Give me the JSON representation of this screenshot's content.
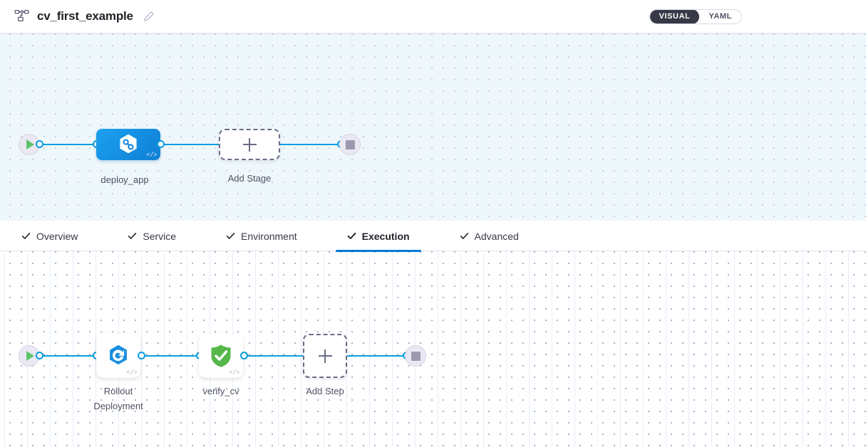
{
  "header": {
    "pipeline_icon": "pipeline-tree-icon",
    "title": "cv_first_example",
    "edit_icon": "pencil-edit-icon",
    "mode_toggle": {
      "options": [
        {
          "label": "VISUAL",
          "active": true
        },
        {
          "label": "YAML",
          "active": false
        }
      ]
    }
  },
  "tabs": [
    {
      "label": "Overview",
      "checked": true,
      "active": false
    },
    {
      "label": "Service",
      "checked": true,
      "active": false
    },
    {
      "label": "Environment",
      "checked": true,
      "active": false
    },
    {
      "label": "Execution",
      "checked": true,
      "active": true
    },
    {
      "label": "Advanced",
      "checked": true,
      "active": false
    }
  ],
  "stage_canvas": {
    "start_node": {
      "name": "pipeline-start-node",
      "icon": "play-icon"
    },
    "end_node": {
      "name": "pipeline-end-node",
      "icon": "stop-icon"
    },
    "stages": [
      {
        "label": "deploy_app",
        "icon": "harness-deploy-icon",
        "code_badge": "</>",
        "selected": true
      }
    ],
    "add_stage": {
      "label": "Add Stage",
      "icon": "plus-icon"
    }
  },
  "execution_canvas": {
    "start_node": {
      "name": "execution-start-node",
      "icon": "play-icon"
    },
    "end_node": {
      "name": "execution-end-node",
      "icon": "stop-icon"
    },
    "steps": [
      {
        "label": "Rollout\nDeployment",
        "icon": "k8s-rollout-icon",
        "code_badge": "</>"
      },
      {
        "label": "verify_cv",
        "icon": "green-shield-check-icon",
        "code_badge": "</>"
      }
    ],
    "add_step": {
      "label": "Add Step",
      "icon": "plus-icon"
    }
  },
  "colors": {
    "accent_blue": "#0278d5",
    "edge_blue": "#06a0e3",
    "stage_blue": "#1089e0",
    "verify_green": "#56b74b",
    "toggle_dark": "#383946",
    "canvas_top_bg": "#eef8fc",
    "canvas_bottom_bg": "#ffffff"
  }
}
